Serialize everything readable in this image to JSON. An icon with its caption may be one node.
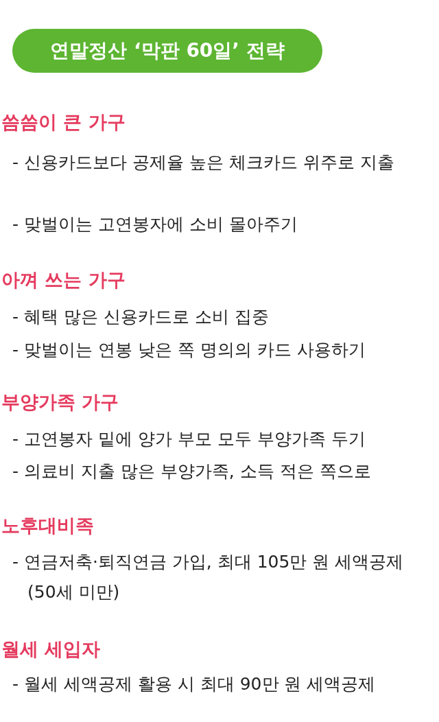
{
  "diagram": {
    "nodes": [
      {
        "text": [
          "연말정산 ‘막판 60일’ 전략"
        ]
      }
    ],
    "labels": [
      "씀씀이 큰 가구",
      "- 신용카드보다 공제율 높은 체크카드 위주로 지출",
      "- 맞벌이는 고연봉자에 소비 몰아주기",
      "아껴 쓰는 가구",
      "- 혜택 많은 신용카드로 소비 집중",
      "- 맞벌이는 연봉 낮은 쪽 명의의 카드 사용하기",
      "부양가족 가구",
      "- 고연봉자 밑에 양가 부모 모두 부양가족 두기",
      "- 의료비 지출 많은 부양가족, 소득 적은 쪽으로",
      "노후대비족",
      "- 연금저축·퇴직연금 가입, 최대 105만 원 세액공제(50세 미만)",
      "월세 세입자",
      "- 월세 세액공제 활용 시 최대 90만 원 세액공제"
    ]
  }
}
